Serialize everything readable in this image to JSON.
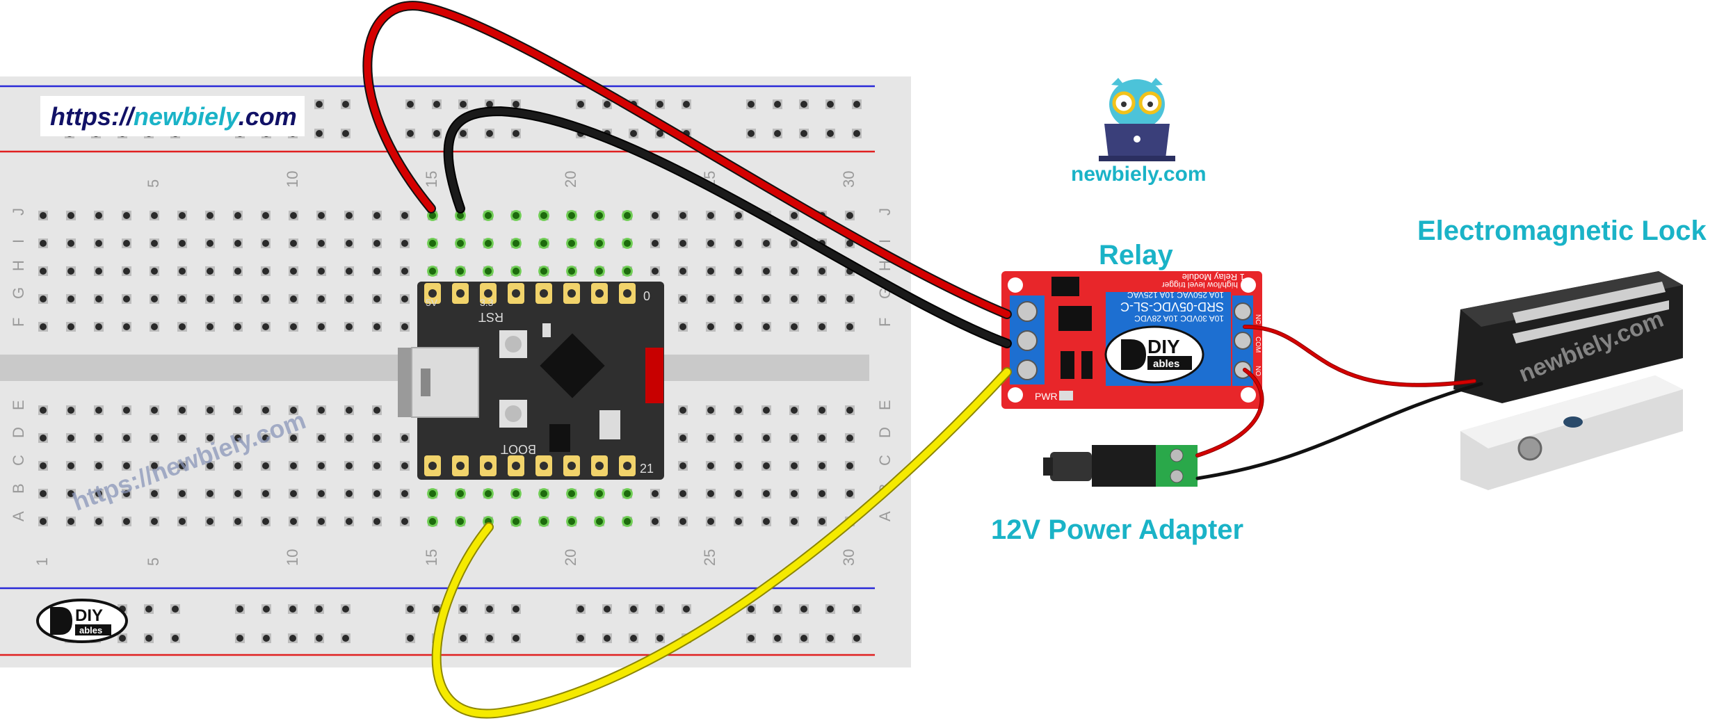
{
  "url_badge": {
    "prefix": "https://",
    "brand": "newbiely",
    "suffix": ".com"
  },
  "watermark_breadboard": "https://newbiely.com",
  "watermark_lock": "newbiely.com",
  "logo_top": {
    "text": "newbiely.com"
  },
  "diy_logo": {
    "line1": "DIY",
    "line2": "ables"
  },
  "labels": {
    "relay": "Relay",
    "lock": "Electromagnetic Lock",
    "adapter": "12V Power Adapter"
  },
  "breadboard": {
    "columns_top": [
      "5",
      "10",
      "15",
      "20",
      "25",
      "30"
    ],
    "columns_bottom": [
      "1",
      "5",
      "10",
      "15",
      "20",
      "25",
      "30"
    ],
    "rows_top": [
      "J",
      "I",
      "H",
      "G",
      "F"
    ],
    "rows_bottom": [
      "E",
      "D",
      "C",
      "B",
      "A"
    ]
  },
  "board_silk": {
    "rst": "RST",
    "boot": "BOOT",
    "pin_top": "0",
    "pin_bottom": "21",
    "v5": "5V",
    "v33": "3.3"
  },
  "relay_module": {
    "model": "SRD-05VDC-SL-C",
    "rating1": "10A 250VAC 10A 125VAC",
    "rating2": "10A 30VDC 10A 28VDC",
    "title": "1 Relay Module",
    "trigger": "high/low level trigger",
    "pwr": "PWR",
    "nc": "NC",
    "com": "COM",
    "no": "NO"
  },
  "colors": {
    "accent_label": "#1ab3c7",
    "wire_red": "#d40000",
    "wire_black": "#1a1a1a",
    "wire_yellow": "#f5ea00",
    "rail_blue": "#2a2ad8",
    "rail_red": "#e02020",
    "relay_board": "#e8262a",
    "relay_blue": "#1d6fd1"
  },
  "icons": [
    "owl-laptop-icon",
    "diy-ables-logo-icon"
  ]
}
